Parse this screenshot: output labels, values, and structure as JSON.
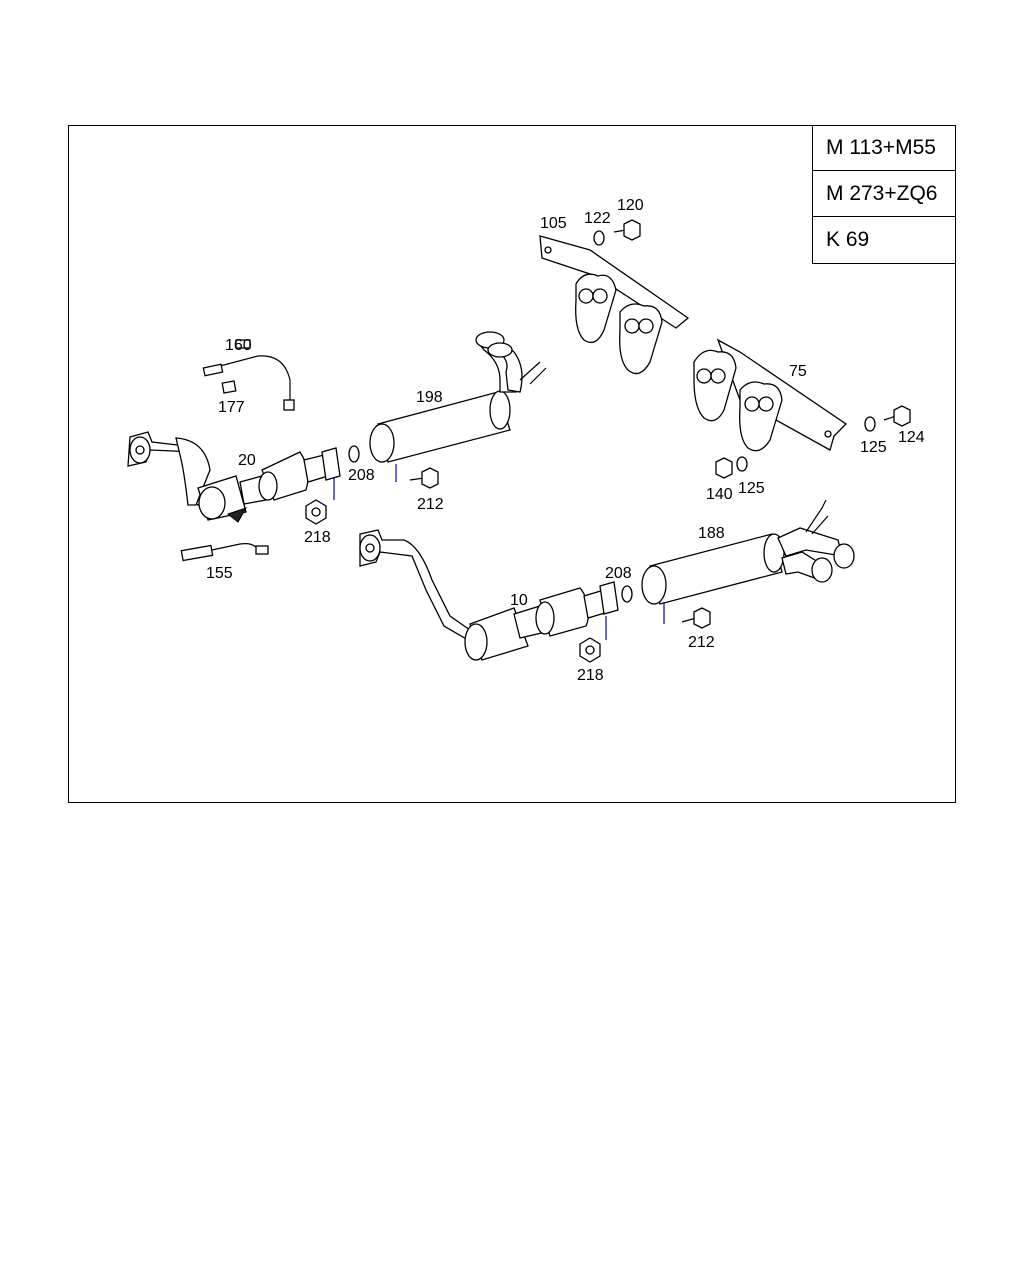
{
  "codes": [
    "M 113+M55",
    "M 273+ZQ6",
    "K 69"
  ],
  "labels": {
    "p10": "10",
    "p20": "20",
    "p75": "75",
    "p105": "105",
    "p120": "120",
    "p122": "122",
    "p124": "124",
    "p125a": "125",
    "p125b": "125",
    "p140": "140",
    "p155": "155",
    "p160": "160",
    "p177": "177",
    "p188": "188",
    "p198": "198",
    "p208a": "208",
    "p208b": "208",
    "p212a": "212",
    "p212b": "212",
    "p218a": "218",
    "p218b": "218"
  }
}
